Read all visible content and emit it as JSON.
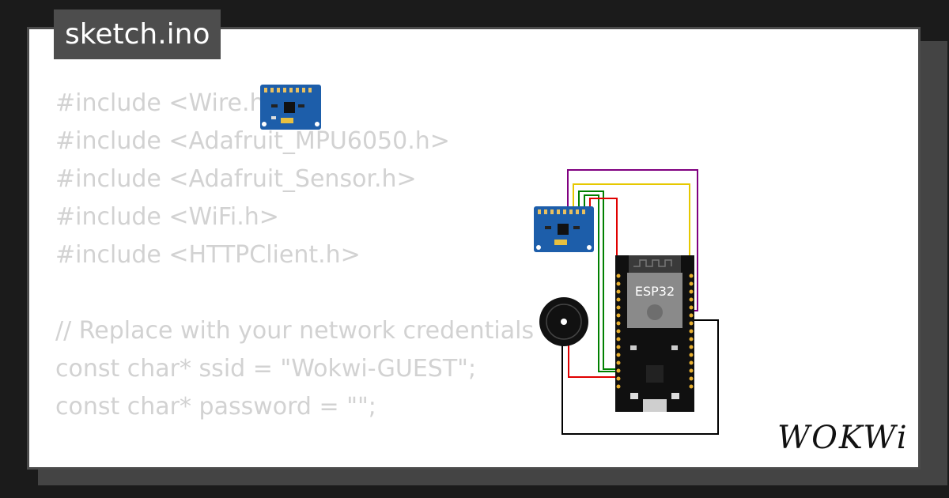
{
  "tab": {
    "filename": "sketch.ino"
  },
  "code": {
    "lines": [
      "#include <Wire.h>",
      "#include <Adafruit_MPU6050.h>",
      "#include <Adafruit_Sensor.h>",
      "#include <WiFi.h>",
      "#include <HTTPClient.h>",
      "",
      "// Replace with your network credentials",
      "const char* ssid = \"Wokwi-GUEST\";",
      "const char* password = \"\";"
    ]
  },
  "circuit": {
    "board_label": "ESP32",
    "wire_colors": {
      "purple": "#800080",
      "yellow": "#e6c800",
      "green": "#008000",
      "red": "#e00000",
      "black": "#000000"
    },
    "module_color": "#1d5eaa"
  },
  "brand": {
    "logo_text": "WOKWi"
  }
}
